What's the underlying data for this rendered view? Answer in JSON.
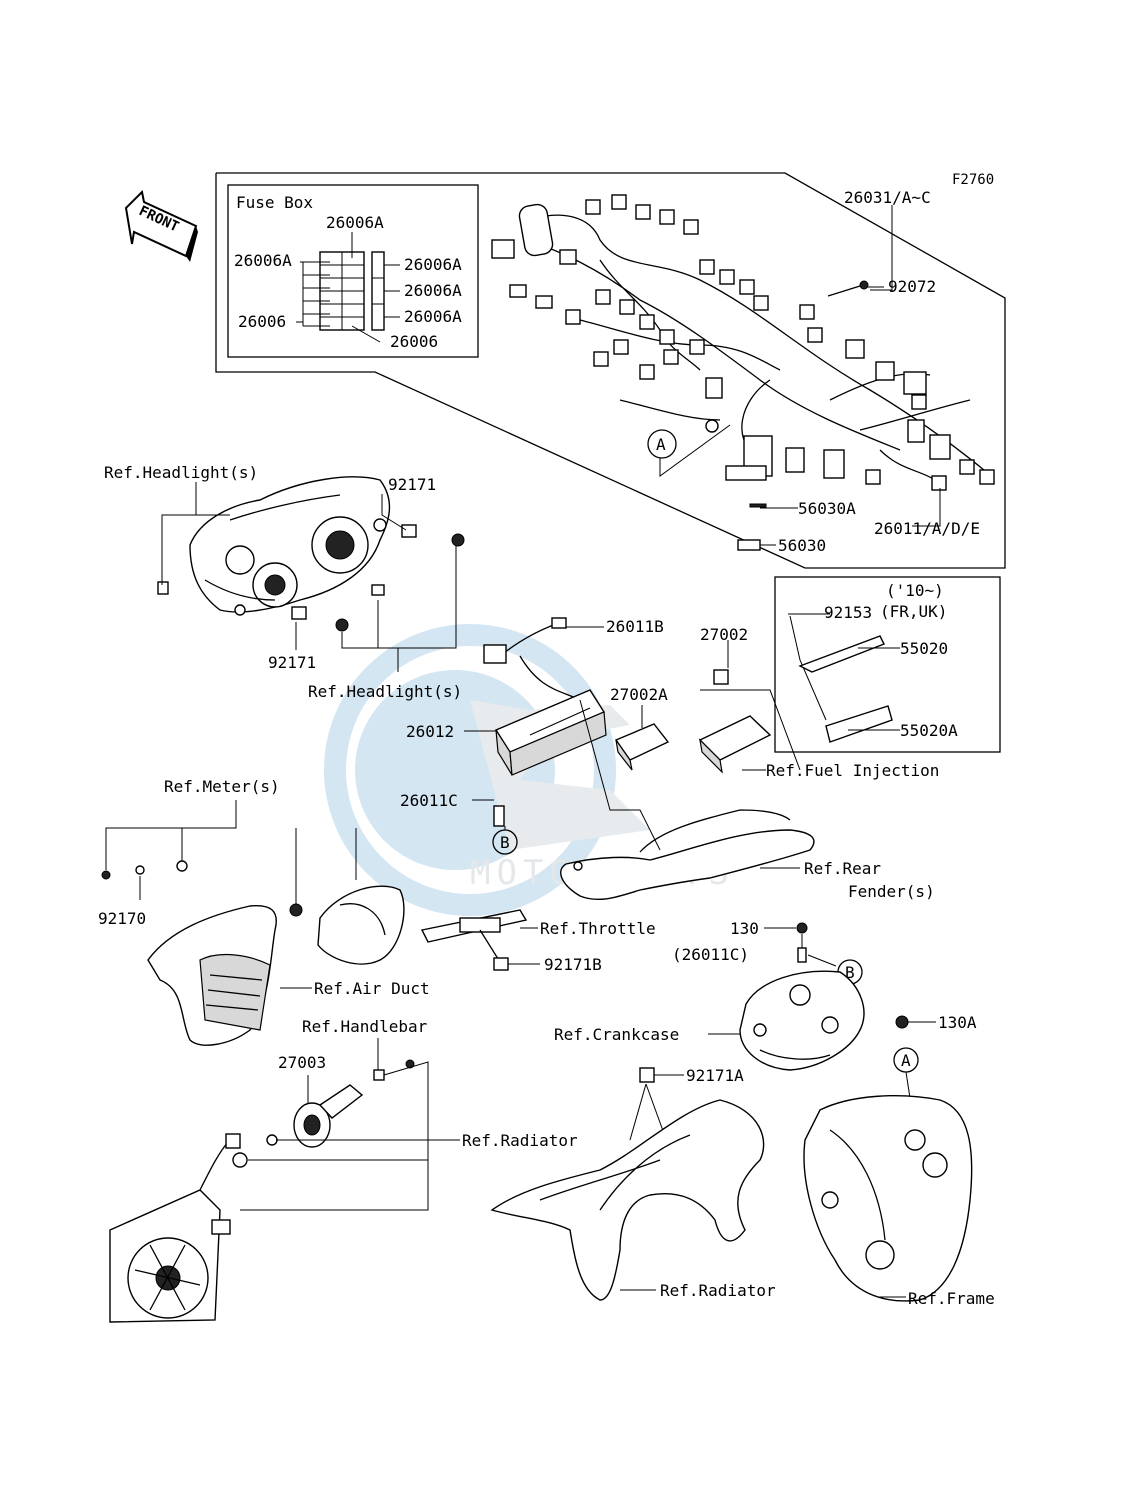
{
  "figure_code": "F2760",
  "front_arrow": "FRONT",
  "fuse_box": {
    "title": "Fuse Box",
    "labels": [
      "26006A",
      "26006A",
      "26006A",
      "26006A",
      "26006A",
      "26006",
      "26006"
    ]
  },
  "parts": {
    "p26031": "26031/A~C",
    "p92072": "92072",
    "p56030A": "56030A",
    "p56030": "56030",
    "p26011ADE": "26011/A/D/E",
    "p92171_top": "92171",
    "p92171_bot": "92171",
    "p26011B": "26011B",
    "p27002": "27002",
    "p27002A": "27002A",
    "p26012": "26012",
    "p26011C": "26011C",
    "p92153": "92153",
    "p55020": "55020",
    "p55020A": "55020A",
    "p10_note": "('10~)",
    "p10_region": "(FR,UK)",
    "p92170": "92170",
    "p92171B": "92171B",
    "p130": "130",
    "p26011C_paren": "(26011C)",
    "p130A": "130A",
    "p27003": "27003",
    "p92171A": "92171A"
  },
  "refs": {
    "headlight_top": "Ref.Headlight(s)",
    "headlight_bot": "Ref.Headlight(s)",
    "fuel_injection": "Ref.Fuel Injection",
    "meter": "Ref.Meter(s)",
    "rear_fender_1": "Ref.Rear",
    "rear_fender_2": "Fender(s)",
    "throttle": "Ref.Throttle",
    "air_duct": "Ref.Air Duct",
    "crankcase": "Ref.Crankcase",
    "handlebar": "Ref.Handlebar",
    "radiator_1": "Ref.Radiator",
    "radiator_2": "Ref.Radiator",
    "frame": "Ref.Frame"
  },
  "callouts": {
    "a1": "A",
    "a2": "A",
    "b1": "B",
    "b2": "B"
  },
  "watermark": {
    "brand": "MOTORPARTS"
  },
  "colors": {
    "line": "#000000",
    "watermark": "#3a8fc9"
  }
}
